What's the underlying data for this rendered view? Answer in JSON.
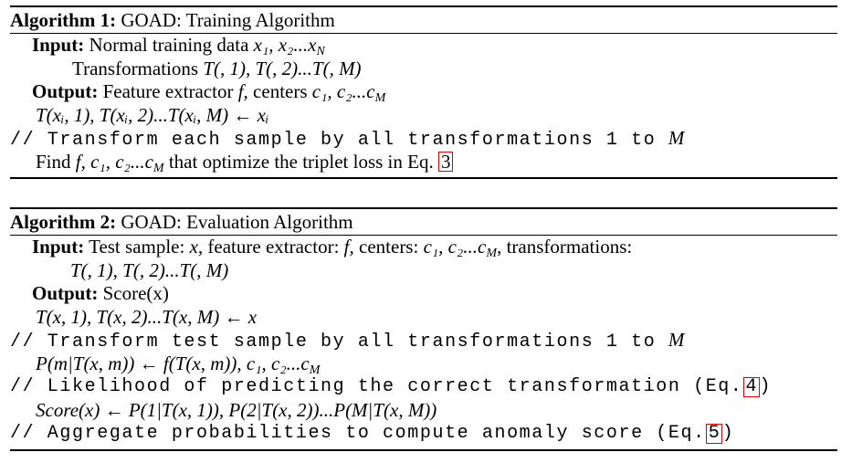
{
  "algorithm1": {
    "label": "Algorithm 1:",
    "title": "GOAD: Training Algorithm",
    "input_label": "Input:",
    "input_text": "Normal training data",
    "input_math": "x₁, x₂...x",
    "input_math_sub": "N",
    "transformations_label": "Transformations",
    "transformations_math": "T(, 1), T(, 2)...T(, M)",
    "output_label": "Output:",
    "output_text": "Feature extractor",
    "output_f": "f,",
    "output_centers": "centers",
    "output_math": "c₁, c₂...c",
    "output_math_sub": "M",
    "assign_line": "T(xᵢ, 1), T(xᵢ, 2)...T(xᵢ, M) ← xᵢ",
    "comment": "// Transform each sample by all transformations 1 to",
    "comment_var": "M",
    "find_prefix": "Find",
    "find_math": "f, c₁, c₂...c",
    "find_math_sub": "M",
    "find_suffix": "that optimize the triplet loss in Eq.",
    "find_ref": "3"
  },
  "algorithm2": {
    "label": "Algorithm 2:",
    "title": "GOAD: Evaluation Algorithm",
    "input_label": "Input:",
    "input_text1": "Test sample:",
    "input_x": "x,",
    "input_text2": "feature extractor:",
    "input_f": "f,",
    "input_text3": "centers:",
    "input_centers": "c₁, c₂...c",
    "input_centers_sub": "M",
    "input_text4": ", transformations:",
    "input_line2": "T(, 1), T(, 2)...T(, M)",
    "output_label": "Output:",
    "output_text": "Score(x)",
    "assign_line": "T(x, 1), T(x, 2)...T(x, M) ← x",
    "comment1": "// Transform test sample by all transformations 1 to",
    "comment1_var": "M",
    "prob_line": "P(m|T(x, m)) ← f(T(x, m)), c₁, c₂...c",
    "prob_line_sub": "M",
    "comment2": "// Likelihood of predicting the correct transformation (Eq.",
    "comment2_ref": "4",
    "comment2_end": ")",
    "score_line": "Score(x) ← P(1|T(x, 1)), P(2|T(x, 2))...P(M|T(x, M))",
    "comment3": "// Aggregate probabilities to compute anomaly score (Eq.",
    "comment3_ref": "5",
    "comment3_end": ")"
  }
}
